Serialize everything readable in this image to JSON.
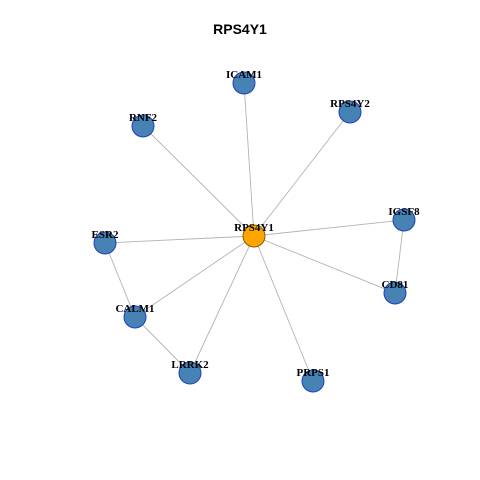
{
  "title": "RPS4Y1",
  "colors": {
    "center_fill": "#FFA500",
    "center_stroke": "#8B5A00",
    "node_fill": "#4682B4",
    "node_stroke": "#1F3FBF",
    "edge": "#B3B3B3"
  },
  "nodes": [
    {
      "id": "RPS4Y1",
      "center": true
    },
    {
      "id": "ICAM1"
    },
    {
      "id": "RPS4Y2"
    },
    {
      "id": "RNF2"
    },
    {
      "id": "IGSF8"
    },
    {
      "id": "ESR2"
    },
    {
      "id": "CD81"
    },
    {
      "id": "CALM1"
    },
    {
      "id": "LRRK2"
    },
    {
      "id": "PRPS1"
    }
  ],
  "edges": [
    [
      "RPS4Y1",
      "ICAM1"
    ],
    [
      "RPS4Y1",
      "RPS4Y2"
    ],
    [
      "RPS4Y1",
      "RNF2"
    ],
    [
      "RPS4Y1",
      "IGSF8"
    ],
    [
      "RPS4Y1",
      "ESR2"
    ],
    [
      "RPS4Y1",
      "CD81"
    ],
    [
      "RPS4Y1",
      "CALM1"
    ],
    [
      "RPS4Y1",
      "LRRK2"
    ],
    [
      "RPS4Y1",
      "PRPS1"
    ],
    [
      "ESR2",
      "CALM1"
    ],
    [
      "CALM1",
      "LRRK2"
    ],
    [
      "IGSF8",
      "CD81"
    ]
  ]
}
